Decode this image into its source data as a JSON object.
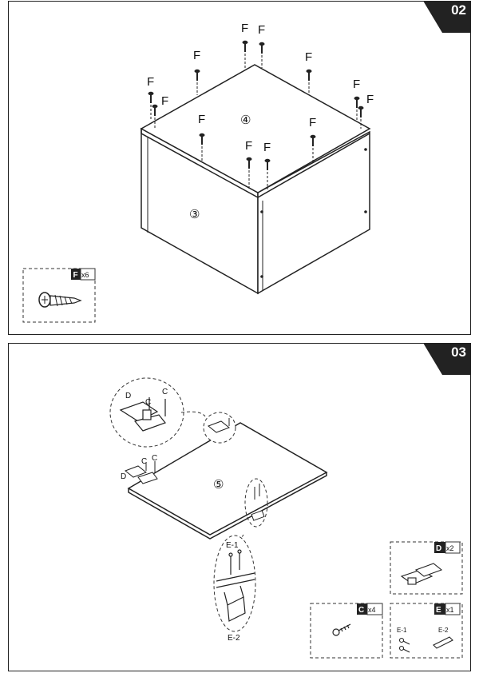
{
  "steps": [
    {
      "number": "02",
      "parts": [
        "④",
        "③"
      ],
      "screw_label": "F",
      "box": {
        "code": "F",
        "qty": "x6"
      }
    },
    {
      "number": "03",
      "parts": [
        "⑤"
      ],
      "labels": {
        "d": "D",
        "c": "C",
        "e1": "E-1",
        "e2": "E-2"
      },
      "boxes": {
        "d": {
          "code": "D",
          "qty": "x2"
        },
        "c": {
          "code": "C",
          "qty": "x4"
        },
        "e": {
          "code": "E",
          "qty": "x1",
          "sub1": "E-1",
          "sub2": "E-2"
        }
      }
    }
  ]
}
